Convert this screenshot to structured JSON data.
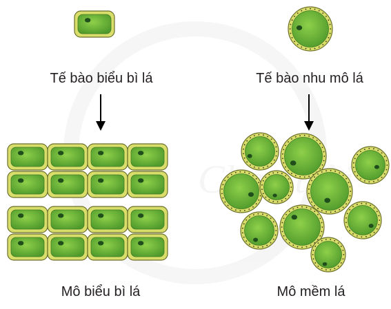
{
  "labels": {
    "epidermal_cell": "Tế bào biểu bì lá",
    "parenchyma_cell": "Tế bào nhu mô lá",
    "epidermal_tissue": "Mô biểu bì lá",
    "parenchyma_tissue": "Mô mềm lá"
  },
  "watermark": "Chân trời",
  "colors": {
    "cell_wall": "#d9dd6a",
    "wall_outline": "#6b6f2a",
    "cytoplasm": "#7cc242",
    "cytoplasm_dark": "#4f9a2c",
    "nucleus": "#1f4d1c",
    "arrow": "#000000"
  }
}
